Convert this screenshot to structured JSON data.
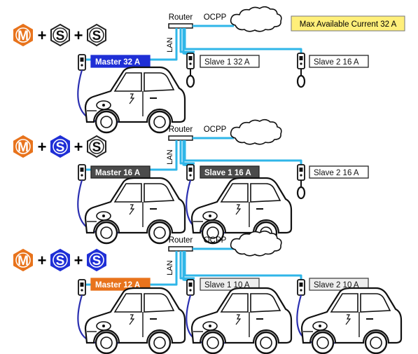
{
  "max_current_label": "Max Available Current 32 A",
  "colors": {
    "orange": "#e8731c",
    "blue": "#1f2fd6",
    "cable": "#2fb6e8",
    "charge_cable": "#2a2fb0",
    "note_yellow": "#ffef7a",
    "label_dark": "#4b4b4b",
    "label_light": "#eeeeee"
  },
  "icons": {
    "master_badge": "hexagon-M-icon",
    "slave_badge": "hexagon-S-icon",
    "charger": "wallbox-charger-icon",
    "car": "electric-car-icon",
    "cloud": "cloud-icon",
    "router": "router-icon"
  },
  "scenarios": [
    {
      "badges": [
        {
          "letter": "M",
          "filled": true,
          "color": "orange"
        },
        {
          "letter": "S",
          "filled": false
        },
        {
          "letter": "S",
          "filled": false
        }
      ],
      "plus": "+",
      "router": "Router",
      "ocpp": "OCPP",
      "lan": "LAN",
      "labels": [
        {
          "text": "Master 32 A",
          "style": "blue"
        },
        {
          "text": "Slave 1 32 A",
          "style": "white"
        },
        {
          "text": "Slave 2 16 A",
          "style": "white"
        }
      ]
    },
    {
      "badges": [
        {
          "letter": "M",
          "filled": true,
          "color": "orange"
        },
        {
          "letter": "S",
          "filled": true,
          "color": "blue"
        },
        {
          "letter": "S",
          "filled": false
        }
      ],
      "plus": "+",
      "router": "Router",
      "ocpp": "OCPP",
      "lan": "LAN",
      "labels": [
        {
          "text": "Master 16 A",
          "style": "dark"
        },
        {
          "text": "Slave 1 16 A",
          "style": "dark"
        },
        {
          "text": "Slave 2 16 A",
          "style": "white"
        }
      ]
    },
    {
      "badges": [
        {
          "letter": "M",
          "filled": true,
          "color": "orange"
        },
        {
          "letter": "S",
          "filled": true,
          "color": "blue"
        },
        {
          "letter": "S",
          "filled": true,
          "color": "blue"
        }
      ],
      "plus": "+",
      "router": "Router",
      "ocpp": "OCPP",
      "lan": "LAN",
      "labels": [
        {
          "text": "Master 12 A",
          "style": "orange"
        },
        {
          "text": "Slave 1 10 A",
          "style": "light"
        },
        {
          "text": "Slave 2 10 A",
          "style": "light"
        }
      ]
    }
  ]
}
